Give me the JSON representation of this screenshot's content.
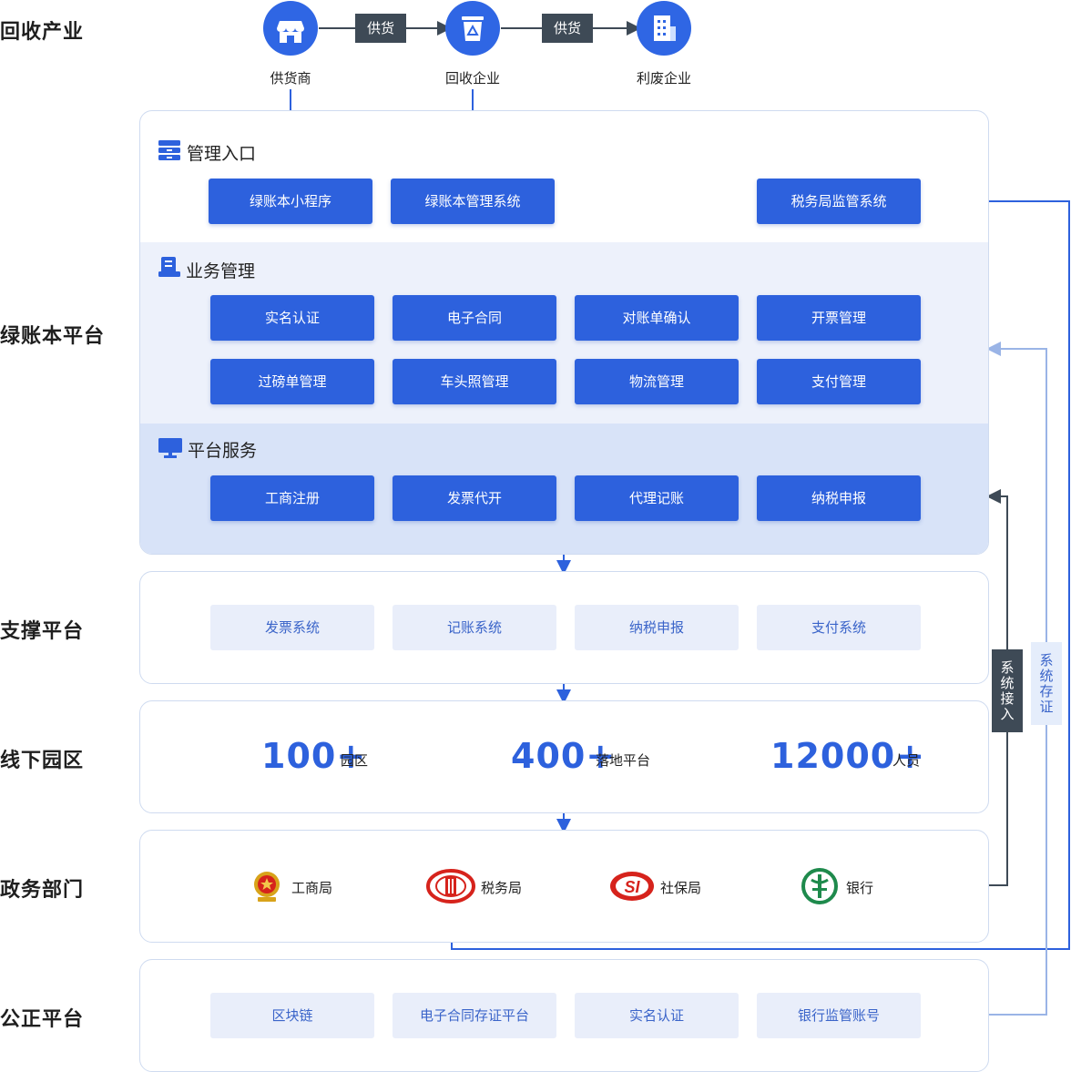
{
  "rows": {
    "recycle": "回收产业",
    "platform": "绿账本平台",
    "support": "支撑平台",
    "offline": "线下园区",
    "gov": "政务部门",
    "notary": "公正平台"
  },
  "chain": {
    "supplier": "供货商",
    "recycler": "回收企业",
    "reuser": "利废企业",
    "supply_tag_1": "供货",
    "supply_tag_2": "供货"
  },
  "management": {
    "title": "管理入口",
    "items": [
      "绿账本小程序",
      "绿账本管理系统",
      "税务局监管系统"
    ]
  },
  "business": {
    "title": "业务管理",
    "items": [
      "实名认证",
      "电子合同",
      "对账单确认",
      "开票管理",
      "过磅单管理",
      "车头照管理",
      "物流管理",
      "支付管理"
    ]
  },
  "services": {
    "title": "平台服务",
    "items": [
      "工商注册",
      "发票代开",
      "代理记账",
      "纳税申报"
    ]
  },
  "support_items": [
    "发票系统",
    "记账系统",
    "纳税申报",
    "支付系统"
  ],
  "offline_stats": [
    {
      "num": "100+",
      "unit": "园区"
    },
    {
      "num": "400+",
      "unit": "落地平台"
    },
    {
      "num": "12000+",
      "unit": "人员"
    }
  ],
  "gov_items": [
    "工商局",
    "税务局",
    "社保局",
    "银行"
  ],
  "notary_items": [
    "区块链",
    "电子合同存证平台",
    "实名认证",
    "银行监管账号"
  ],
  "side_tags": {
    "access": "系统接入",
    "evidence": "系统存证"
  },
  "colors": {
    "primary": "#2d61dd",
    "light_panel": "#e9eefa",
    "dark_tag": "#3e4a56"
  }
}
